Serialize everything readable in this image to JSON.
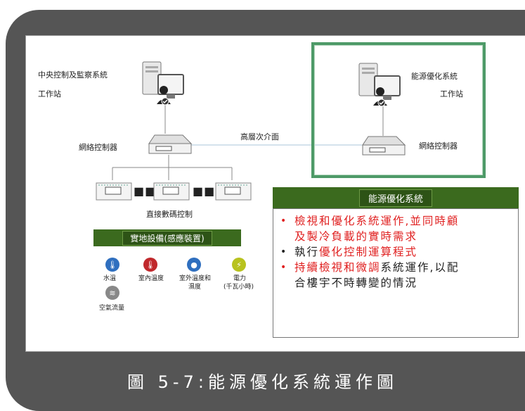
{
  "nodes": {
    "central_station_line1": "中央控制及監察系統",
    "central_station_line2": "工作站",
    "network_controller_left": "網絡控制器",
    "high_level_interface": "高層次介面",
    "optimization_station_line1": "能源優化系統",
    "optimization_station_line2": "工作站",
    "network_controller_right": "網絡控制器",
    "ddc_label": "直接數碼控制"
  },
  "field_equipment": {
    "title": "實地設備(感應裝置)",
    "sensors": [
      {
        "label": "水溫",
        "icon": "water-temperature-icon",
        "color": "#2f6fbf"
      },
      {
        "label": "室內溫度",
        "icon": "thermometer-icon",
        "color": "#c0282c"
      },
      {
        "label": "室外溫度和",
        "label2": "濕度",
        "icon": "humidity-icon",
        "color": "#2f6fbf"
      },
      {
        "label": "電力",
        "label2": "(千瓦小時)",
        "icon": "lightning-icon",
        "color": "#b8c21e"
      },
      {
        "label": "空氣流量",
        "icon": "airflow-icon",
        "color": "#888888"
      }
    ]
  },
  "optimization_system": {
    "title": "能源優化系統",
    "bullets": [
      {
        "color": "red",
        "line1": "檢視和優化系統運作,並同時顧",
        "line2": "及製冷負載的實時需求"
      },
      {
        "color": "mixed",
        "prefix": "執行",
        "highlight": "優化控制運算程式"
      },
      {
        "color": "mixed",
        "highlight": "持續檢視和微調",
        "suffix": "系統運作,以配",
        "line2": "合樓宇不時轉變的情況"
      }
    ]
  },
  "caption": "圖 5-7:能源優化系統運作圖",
  "colors": {
    "frame": "#555555",
    "green_bar": "#3b6a1e",
    "green_border": "#4e9a68",
    "red_text": "#e02020"
  }
}
